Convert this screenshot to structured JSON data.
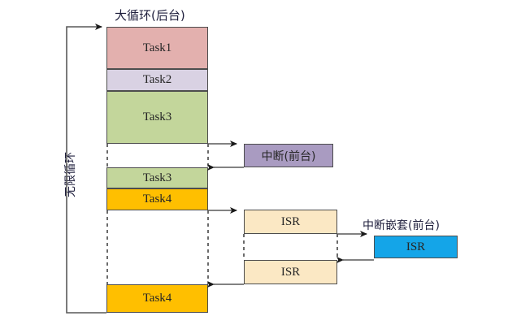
{
  "diagram": {
    "title_main": "大循环(后台)",
    "title_nested": "中断嵌套(前台)",
    "loop_label": "无限循环",
    "colors": {
      "task1": "#e3b0ae",
      "task2": "#d9d2e3",
      "task3": "#c3d69b",
      "task4": "#ffbf00",
      "interrupt": "#a99bc1",
      "isr": "#fbe8c4",
      "isr_nested": "#14a5e8",
      "border": "#4d4d4d",
      "line": "#595959",
      "text": "#262626",
      "label_text": "#1f1f3d"
    },
    "background_column": {
      "blocks": [
        {
          "name": "task1",
          "label": "Task1",
          "color_key": "task1"
        },
        {
          "name": "task2",
          "label": "Task2",
          "color_key": "task2"
        },
        {
          "name": "task3-first",
          "label": "Task3",
          "color_key": "task3"
        },
        {
          "name": "task3-resumed",
          "label": "Task3",
          "color_key": "task3"
        },
        {
          "name": "task4-first",
          "label": "Task4",
          "color_key": "task4"
        },
        {
          "name": "task4-resumed",
          "label": "Task4",
          "color_key": "task4"
        }
      ]
    },
    "foreground_column": {
      "blocks": [
        {
          "name": "interrupt",
          "label": "中断(前台)",
          "color_key": "interrupt"
        },
        {
          "name": "isr-first",
          "label": "ISR",
          "color_key": "isr"
        },
        {
          "name": "isr-resumed",
          "label": "ISR",
          "color_key": "isr"
        }
      ]
    },
    "nested_column": {
      "blocks": [
        {
          "name": "isr-nested",
          "label": "ISR",
          "color_key": "isr_nested"
        }
      ]
    },
    "blocks": {
      "task1": "Task1",
      "task2": "Task2",
      "task3_a": "Task3",
      "task3_b": "Task3",
      "task4_a": "Task4",
      "task4_b": "Task4",
      "interrupt": "中断(前台)",
      "isr_a": "ISR",
      "isr_b": "ISR",
      "isr_nested": "ISR"
    }
  }
}
